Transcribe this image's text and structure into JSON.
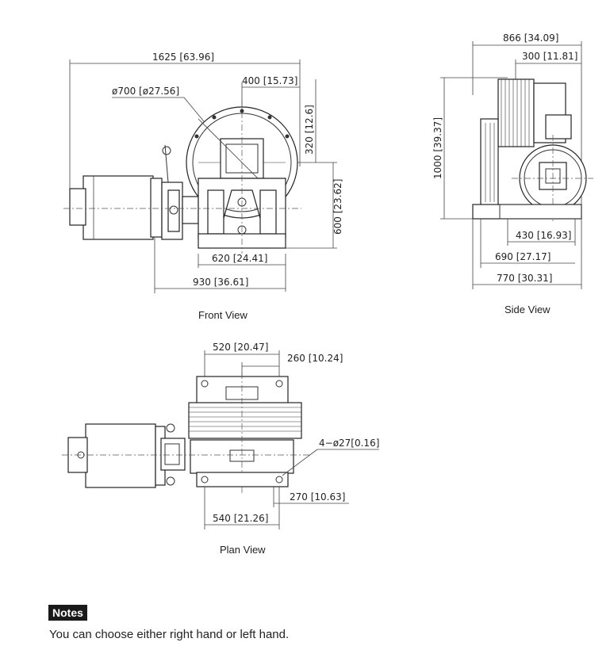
{
  "front_view": {
    "caption": "Front View",
    "dims": {
      "overall_length": "1625 [63.96]",
      "sheave_dia": "ø700 [ø27.56]",
      "offset_400": "400 [15.73]",
      "height_320": "320 [12.6]",
      "height_600": "600 [23.62]",
      "base_620": "620 [24.41]",
      "base_930": "930 [36.61]"
    }
  },
  "side_view": {
    "caption": "Side View",
    "dims": {
      "width_866": "866 [34.09]",
      "width_300": "300 [11.81]",
      "height_1000": "1000 [39.37]",
      "base_430": "430 [16.93]",
      "base_690": "690 [27.17]",
      "base_770": "770 [30.31]"
    }
  },
  "plan_view": {
    "caption": "Plan View",
    "dims": {
      "width_520": "520 [20.47]",
      "width_260": "260 [10.24]",
      "holes": "4−ø27[0.16]",
      "depth_270": "270 [10.63]",
      "width_540": "540 [21.26]"
    }
  },
  "notes": {
    "label": "Notes",
    "text": "You can choose either right hand or left hand."
  }
}
